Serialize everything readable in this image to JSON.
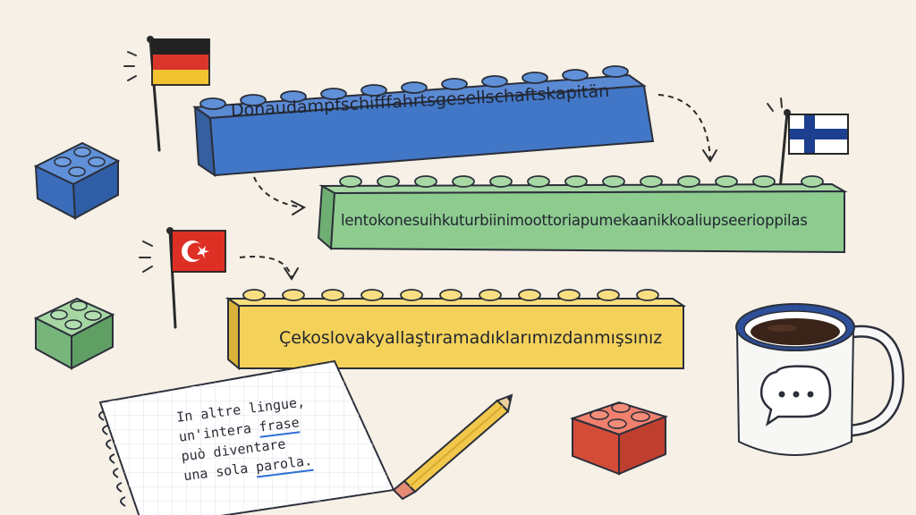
{
  "words": {
    "german": "Donaudampfschifffahrtsgesellschaftskapitän",
    "finnish": "lentokonesuihkuturbiinimoottoriapumekaanikkoaliupseerioppilas",
    "turkish": "Çekoslovakyallaştıramadıklarımızdanmışsınız"
  },
  "note": {
    "line1": "In altre lingue,",
    "line2_prefix": "un'intera ",
    "line2_highlight": "frase",
    "line3": "può diventare",
    "line4_prefix": "una sola ",
    "line4_highlight": "parola."
  },
  "colors": {
    "blue": "#3f73c4",
    "green": "#8ecb8f",
    "yellow": "#f4d25a",
    "red": "#e4614b",
    "highlight": "#2f6fd6"
  },
  "icons": [
    "german-flag-icon",
    "finnish-flag-icon",
    "turkish-flag-icon",
    "coffee-mug-icon",
    "speech-bubble-icon",
    "pencil-icon",
    "notebook-icon",
    "lego-brick-icon"
  ]
}
